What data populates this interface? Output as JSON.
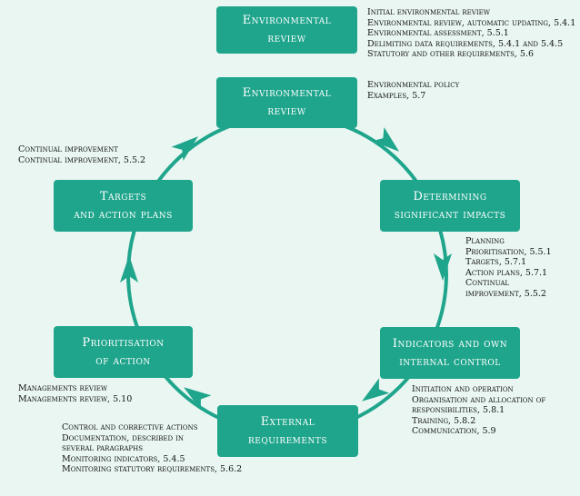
{
  "colors": {
    "box": "#1fa58c",
    "ring": "#1fa58c",
    "background": "#e9f6f1",
    "text": "#111111"
  },
  "boxes": {
    "review_top": "Environmental review",
    "review_main": "Environmental review",
    "determining": [
      "Determining",
      "significant impacts"
    ],
    "indicators": [
      "Indicators and own",
      "internal control"
    ],
    "external": [
      "External",
      "requirements"
    ],
    "prioritisation": [
      "Prioritisation",
      "of action"
    ],
    "targets": [
      "Targets",
      "and action plans"
    ]
  },
  "notes": {
    "review_top": [
      "Initial environmental review",
      "Environmental review, automatic updating, 5.4.1",
      "Environmental assessment, 5.5.1",
      "Delimiting data requirements, 5.4.1 and 5.4.5",
      "Statutory and other requirements, 5.6"
    ],
    "policy": [
      "Environmental policy",
      "Examples, 5.7"
    ],
    "planning": [
      "Planning",
      "Prioritisation, 5.5.1",
      "Targets, 5.7.1",
      "Action plans, 5.7.1",
      "Continual",
      "improvement, 5.5.2"
    ],
    "initiation": [
      "Initiation and operation",
      "Organisation and allocation of",
      "responsibilities, 5.8.1",
      "Training, 5.8.2",
      "Communication, 5.9"
    ],
    "control": [
      "Control and corrective actions",
      "Documentation, described in",
      "several paragraphs",
      "Monitoring indicators, 5.4.5",
      "Monitoring statutory requirements, 5.6.2"
    ],
    "managements": [
      "Managements review",
      "Managements review, 5.10"
    ],
    "continual": [
      "Continual improvement",
      "Continual improvement, 5.5.2"
    ]
  }
}
